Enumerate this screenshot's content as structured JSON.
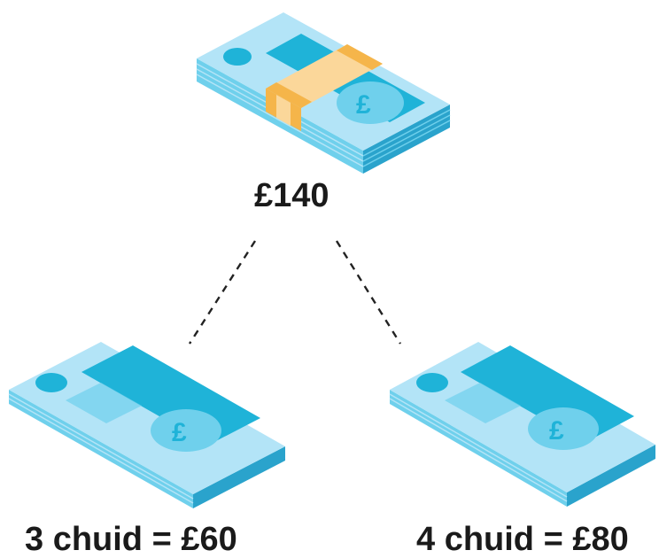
{
  "total": {
    "amount": "£140"
  },
  "left": {
    "label": "3 chuid = £60"
  },
  "right": {
    "label": "4 chuid = £80"
  },
  "colors": {
    "note_top": "#b3e4f7",
    "note_panel": "#1fb3d8",
    "note_edge_light": "#6fd0ec",
    "note_edge_dark": "#2aa3cc",
    "band_gold": "#f5b54a",
    "band_light": "#fbd79a",
    "line": "#222222",
    "text": "#1a1a1a"
  },
  "icons": {
    "bundle": "banknote-bundle-icon",
    "note": "banknote-icon"
  }
}
